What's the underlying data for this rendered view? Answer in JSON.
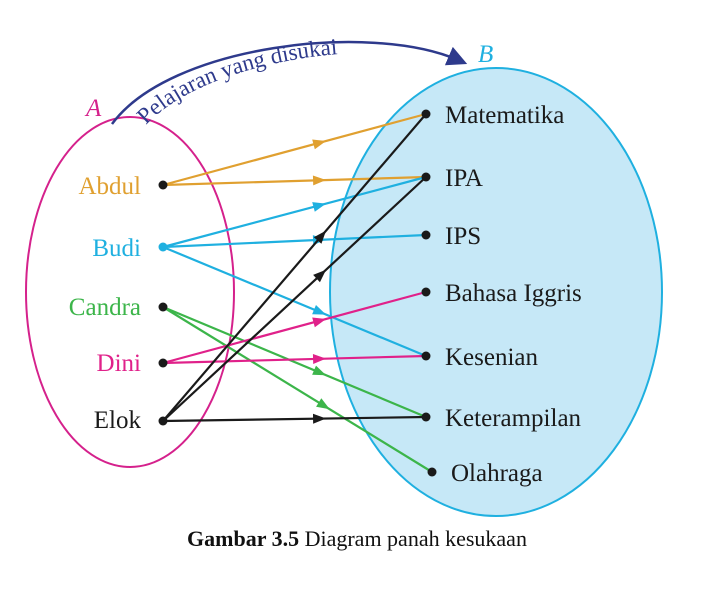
{
  "set_a": {
    "name": "A",
    "members": [
      "Abdul",
      "Budi",
      "Candra",
      "Dini",
      "Elok"
    ]
  },
  "set_b": {
    "name": "B",
    "members": [
      "Matematika",
      "IPA",
      "IPS",
      "Bahasa Iggris",
      "Kesenian",
      "Keterampilan",
      "Olahraga"
    ]
  },
  "relation_label": "Pelajaran yang disukai",
  "mappings": [
    {
      "from": "Abdul",
      "to": "Matematika"
    },
    {
      "from": "Abdul",
      "to": "IPA"
    },
    {
      "from": "Budi",
      "to": "IPA"
    },
    {
      "from": "Budi",
      "to": "IPS"
    },
    {
      "from": "Budi",
      "to": "Kesenian"
    },
    {
      "from": "Candra",
      "to": "Keterampilan"
    },
    {
      "from": "Candra",
      "to": "Olahraga"
    },
    {
      "from": "Dini",
      "to": "Bahasa Iggris"
    },
    {
      "from": "Dini",
      "to": "Kesenian"
    },
    {
      "from": "Elok",
      "to": "Matematika"
    },
    {
      "from": "Elok",
      "to": "IPA"
    },
    {
      "from": "Elok",
      "to": "Keterampilan"
    }
  ],
  "colors": {
    "Abdul": "#e0a030",
    "Budi": "#1fb0e0",
    "Candra": "#3cb54a",
    "Dini": "#e0218a",
    "Elok": "#1a1a1a",
    "set_a_outline": "#d5218c",
    "set_b_fill": "#c6e8f7",
    "set_b_outline": "#1fb0e0",
    "relation_arrow": "#2e3a8c"
  },
  "caption": {
    "label": "Gambar 3.5",
    "text": "Diagram panah kesukaan"
  }
}
